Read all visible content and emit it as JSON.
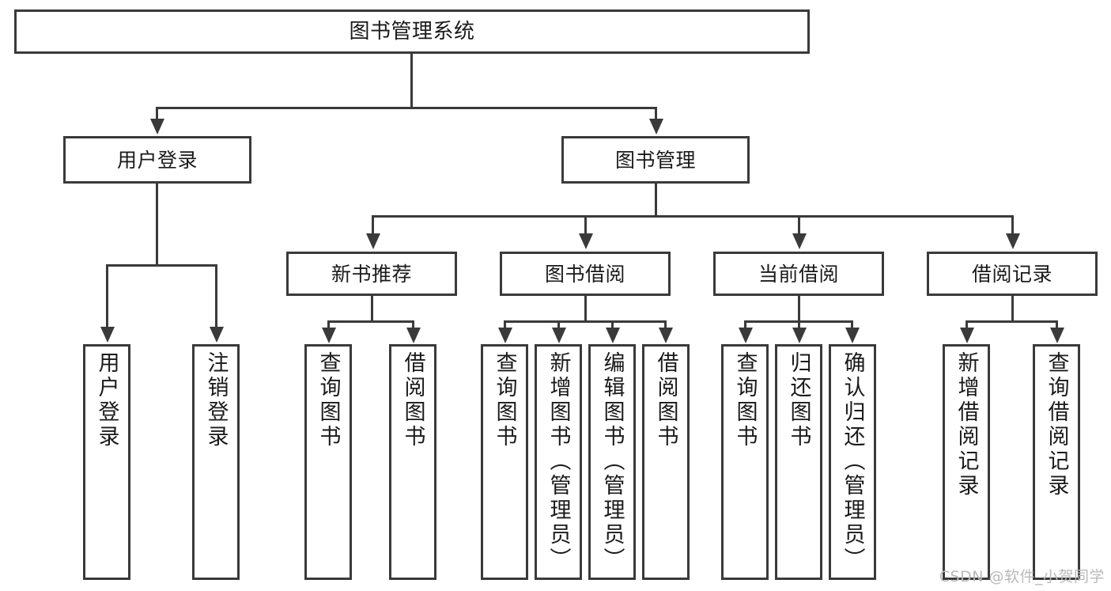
{
  "diagram": {
    "title": "图书管理系统",
    "type": "tree-hierarchy-diagram",
    "colors": {
      "stroke": "#3a3a3a",
      "fill": "#ffffff",
      "text": "#1a1a1a",
      "watermark": "#b9b9b9"
    },
    "root": {
      "label": "图书管理系统"
    },
    "level1": [
      {
        "label": "用户登录"
      },
      {
        "label": "图书管理"
      }
    ],
    "level2": [
      {
        "label": "新书推荐"
      },
      {
        "label": "图书借阅"
      },
      {
        "label": "当前借阅"
      },
      {
        "label": "借阅记录"
      }
    ],
    "leaves": {
      "user_login": [
        {
          "label": "用户登录"
        },
        {
          "label": "注销登录"
        }
      ],
      "new_book": [
        {
          "label": "查询图书"
        },
        {
          "label": "借阅图书"
        }
      ],
      "borrow_book": [
        {
          "label": "查询图书"
        },
        {
          "label": "新增图书（管理员）"
        },
        {
          "label": "编辑图书（管理员）"
        },
        {
          "label": "借阅图书"
        }
      ],
      "current_borrow": [
        {
          "label": "查询图书"
        },
        {
          "label": "归还图书"
        },
        {
          "label": "确认归还（管理员）"
        }
      ],
      "borrow_record": [
        {
          "label": "新增借阅记录"
        },
        {
          "label": "查询借阅记录"
        }
      ]
    }
  },
  "watermark": {
    "text": "CSDN @软件_小贺同学"
  }
}
